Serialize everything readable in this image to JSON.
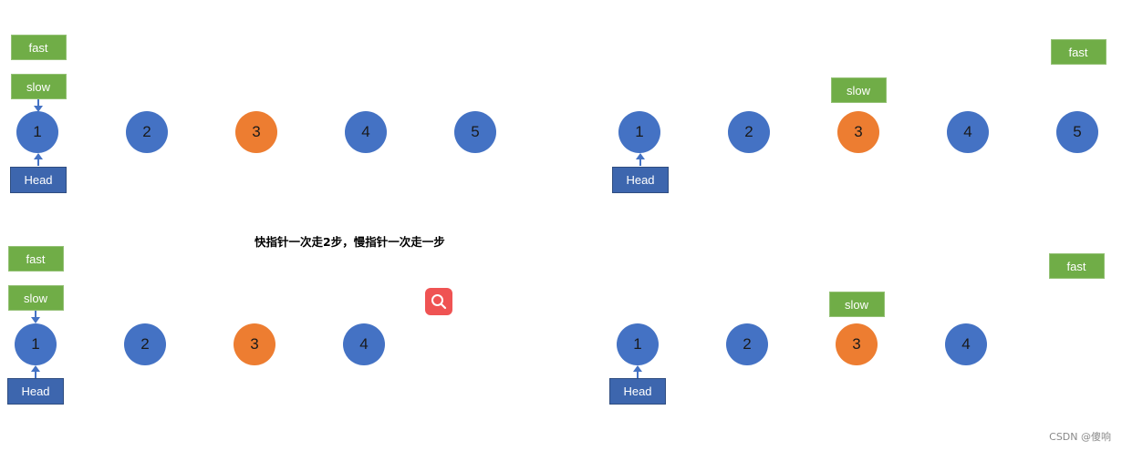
{
  "colors": {
    "node_default": "#4472c4",
    "node_highlight": "#ed7d31",
    "label_green": "#70ad47",
    "label_head": "#3d66ae",
    "arrow": "#4472c4",
    "search_button": "#ef5353"
  },
  "caption": "快指针一次走2步，慢指针一次走一步",
  "watermark": "CSDN @傻响",
  "search_icon": "magnifier-icon",
  "panels": [
    {
      "id": "odd-start",
      "nodes": [
        {
          "label": "1",
          "highlight": false
        },
        {
          "label": "2",
          "highlight": false
        },
        {
          "label": "3",
          "highlight": true
        },
        {
          "label": "4",
          "highlight": false
        },
        {
          "label": "5",
          "highlight": false
        }
      ],
      "labels": [
        {
          "text": "fast",
          "kind": "green"
        },
        {
          "text": "slow",
          "kind": "green"
        },
        {
          "text": "Head",
          "kind": "head"
        }
      ]
    },
    {
      "id": "odd-end",
      "nodes": [
        {
          "label": "1",
          "highlight": false
        },
        {
          "label": "2",
          "highlight": false
        },
        {
          "label": "3",
          "highlight": true
        },
        {
          "label": "4",
          "highlight": false
        },
        {
          "label": "5",
          "highlight": false
        }
      ],
      "labels": [
        {
          "text": "fast",
          "kind": "green"
        },
        {
          "text": "slow",
          "kind": "green"
        },
        {
          "text": "Head",
          "kind": "head"
        }
      ]
    },
    {
      "id": "even-start",
      "nodes": [
        {
          "label": "1",
          "highlight": false
        },
        {
          "label": "2",
          "highlight": false
        },
        {
          "label": "3",
          "highlight": true
        },
        {
          "label": "4",
          "highlight": false
        }
      ],
      "labels": [
        {
          "text": "fast",
          "kind": "green"
        },
        {
          "text": "slow",
          "kind": "green"
        },
        {
          "text": "Head",
          "kind": "head"
        }
      ]
    },
    {
      "id": "even-end",
      "nodes": [
        {
          "label": "1",
          "highlight": false
        },
        {
          "label": "2",
          "highlight": false
        },
        {
          "label": "3",
          "highlight": true
        },
        {
          "label": "4",
          "highlight": false
        }
      ],
      "labels": [
        {
          "text": "fast",
          "kind": "green"
        },
        {
          "text": "slow",
          "kind": "green"
        },
        {
          "text": "Head",
          "kind": "head"
        }
      ]
    }
  ]
}
